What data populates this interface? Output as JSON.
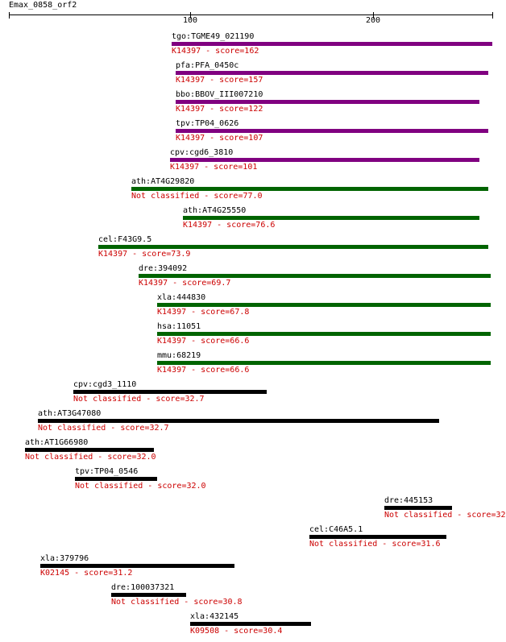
{
  "title": "Emax_0858_orf2",
  "axis": {
    "min": 1,
    "max": 265,
    "ticks": [
      {
        "value": 100,
        "label": "100"
      },
      {
        "value": 200,
        "label": "200"
      }
    ]
  },
  "colors": {
    "purple": "#800080",
    "green": "#006400",
    "black": "#000000",
    "score_text": "#cc0000"
  },
  "hits": [
    {
      "name": "tgo:TGME49_021190",
      "ko": "K14397 - score=162",
      "start": 90,
      "end": 265,
      "color": "purple"
    },
    {
      "name": "pfa:PFA_0450c",
      "ko": "K14397 - score=157",
      "start": 92,
      "end": 263,
      "color": "purple"
    },
    {
      "name": "bbo:BBOV_III007210",
      "ko": "K14397 - score=122",
      "start": 92,
      "end": 258,
      "color": "purple"
    },
    {
      "name": "tpv:TP04_0626",
      "ko": "K14397 - score=107",
      "start": 92,
      "end": 263,
      "color": "purple"
    },
    {
      "name": "cpv:cgd6_3810",
      "ko": "K14397 - score=101",
      "start": 89,
      "end": 258,
      "color": "purple"
    },
    {
      "name": "ath:AT4G29820",
      "ko": "Not classified - score=77.0",
      "start": 68,
      "end": 263,
      "color": "green"
    },
    {
      "name": "ath:AT4G25550",
      "ko": "K14397 - score=76.6",
      "start": 96,
      "end": 258,
      "color": "green"
    },
    {
      "name": "cel:F43G9.5",
      "ko": "K14397 - score=73.9",
      "start": 50,
      "end": 263,
      "color": "green"
    },
    {
      "name": "dre:394092",
      "ko": "K14397 - score=69.7",
      "start": 72,
      "end": 264,
      "color": "green"
    },
    {
      "name": "xla:444830",
      "ko": "K14397 - score=67.8",
      "start": 82,
      "end": 264,
      "color": "green"
    },
    {
      "name": "hsa:11051",
      "ko": "K14397 - score=66.6",
      "start": 82,
      "end": 264,
      "color": "green"
    },
    {
      "name": "mmu:68219",
      "ko": "K14397 - score=66.6",
      "start": 82,
      "end": 264,
      "color": "green"
    },
    {
      "name": "cpv:cgd3_1110",
      "ko": "Not classified - score=32.7",
      "start": 36,
      "end": 142,
      "color": "black"
    },
    {
      "name": "ath:AT3G47080",
      "ko": "Not classified - score=32.7",
      "start": 17,
      "end": 236,
      "color": "black"
    },
    {
      "name": "ath:AT1G66980",
      "ko": "Not classified - score=32.0",
      "start": 10,
      "end": 80,
      "color": "black"
    },
    {
      "name": "tpv:TP04_0546",
      "ko": "Not classified - score=32.0",
      "start": 37,
      "end": 82,
      "color": "black"
    },
    {
      "name": "dre:445153",
      "ko": "Not classified - score=32",
      "start": 206,
      "end": 243,
      "color": "black"
    },
    {
      "name": "cel:C46A5.1",
      "ko": "Not classified - score=31.6",
      "start": 165,
      "end": 240,
      "color": "black"
    },
    {
      "name": "xla:379796",
      "ko": "K02145 - score=31.2",
      "start": 18,
      "end": 124,
      "color": "black"
    },
    {
      "name": "dre:100037321",
      "ko": "Not classified - score=30.8",
      "start": 57,
      "end": 98,
      "color": "black"
    },
    {
      "name": "xla:432145",
      "ko": "K09508 - score=30.4",
      "start": 100,
      "end": 166,
      "color": "black"
    }
  ]
}
